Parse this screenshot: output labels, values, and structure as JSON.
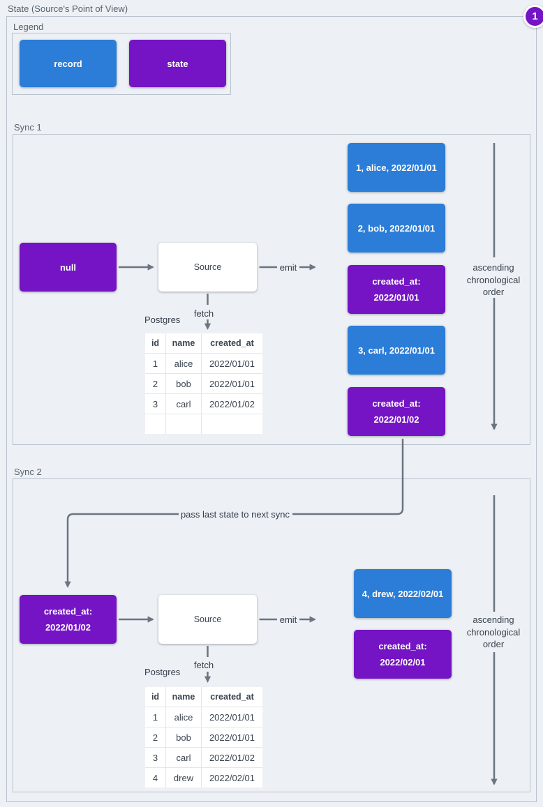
{
  "title": "State (Source's Point of View)",
  "badge": "1",
  "colors": {
    "background": "#edf0f4",
    "record": "#2b7dd8",
    "state": "#7414c4",
    "arrow": "#6a7581",
    "group_border": "#b9c2cd"
  },
  "legend": {
    "label": "Legend",
    "items": [
      {
        "type": "record",
        "label": "record"
      },
      {
        "type": "state",
        "label": "state"
      }
    ]
  },
  "pass_label": "pass last state to next sync",
  "sync1": {
    "label": "Sync 1",
    "input_state": {
      "line1": "null",
      "line2": ""
    },
    "source_label": "Source",
    "emit_label": "emit",
    "fetch_label": "fetch",
    "db_label": "Postgres",
    "order_label": {
      "line1": "ascending",
      "line2": "chronological",
      "line3": "order"
    },
    "emitted": [
      {
        "type": "record",
        "line1": "1, alice, 2022/01/01",
        "line2": ""
      },
      {
        "type": "record",
        "line1": "2, bob, 2022/01/01",
        "line2": ""
      },
      {
        "type": "state",
        "line1": "created_at:",
        "line2": "2022/01/01"
      },
      {
        "type": "record",
        "line1": "3, carl, 2022/01/01",
        "line2": ""
      },
      {
        "type": "state",
        "line1": "created_at:",
        "line2": "2022/01/02"
      }
    ],
    "table": {
      "headers": [
        "id",
        "name",
        "created_at"
      ],
      "rows": [
        [
          "1",
          "alice",
          "2022/01/01"
        ],
        [
          "2",
          "bob",
          "2022/01/01"
        ],
        [
          "3",
          "carl",
          "2022/01/02"
        ],
        [
          "",
          "",
          ""
        ]
      ]
    }
  },
  "sync2": {
    "label": "Sync 2",
    "input_state": {
      "line1": "created_at:",
      "line2": "2022/01/02"
    },
    "source_label": "Source",
    "emit_label": "emit",
    "fetch_label": "fetch",
    "db_label": "Postgres",
    "order_label": {
      "line1": "ascending",
      "line2": "chronological",
      "line3": "order"
    },
    "emitted": [
      {
        "type": "record",
        "line1": "4, drew, 2022/02/01",
        "line2": ""
      },
      {
        "type": "state",
        "line1": "created_at:",
        "line2": "2022/02/01"
      }
    ],
    "table": {
      "headers": [
        "id",
        "name",
        "created_at"
      ],
      "rows": [
        [
          "1",
          "alice",
          "2022/01/01"
        ],
        [
          "2",
          "bob",
          "2022/01/01"
        ],
        [
          "3",
          "carl",
          "2022/01/02"
        ],
        [
          "4",
          "drew",
          "2022/02/01"
        ]
      ]
    }
  }
}
